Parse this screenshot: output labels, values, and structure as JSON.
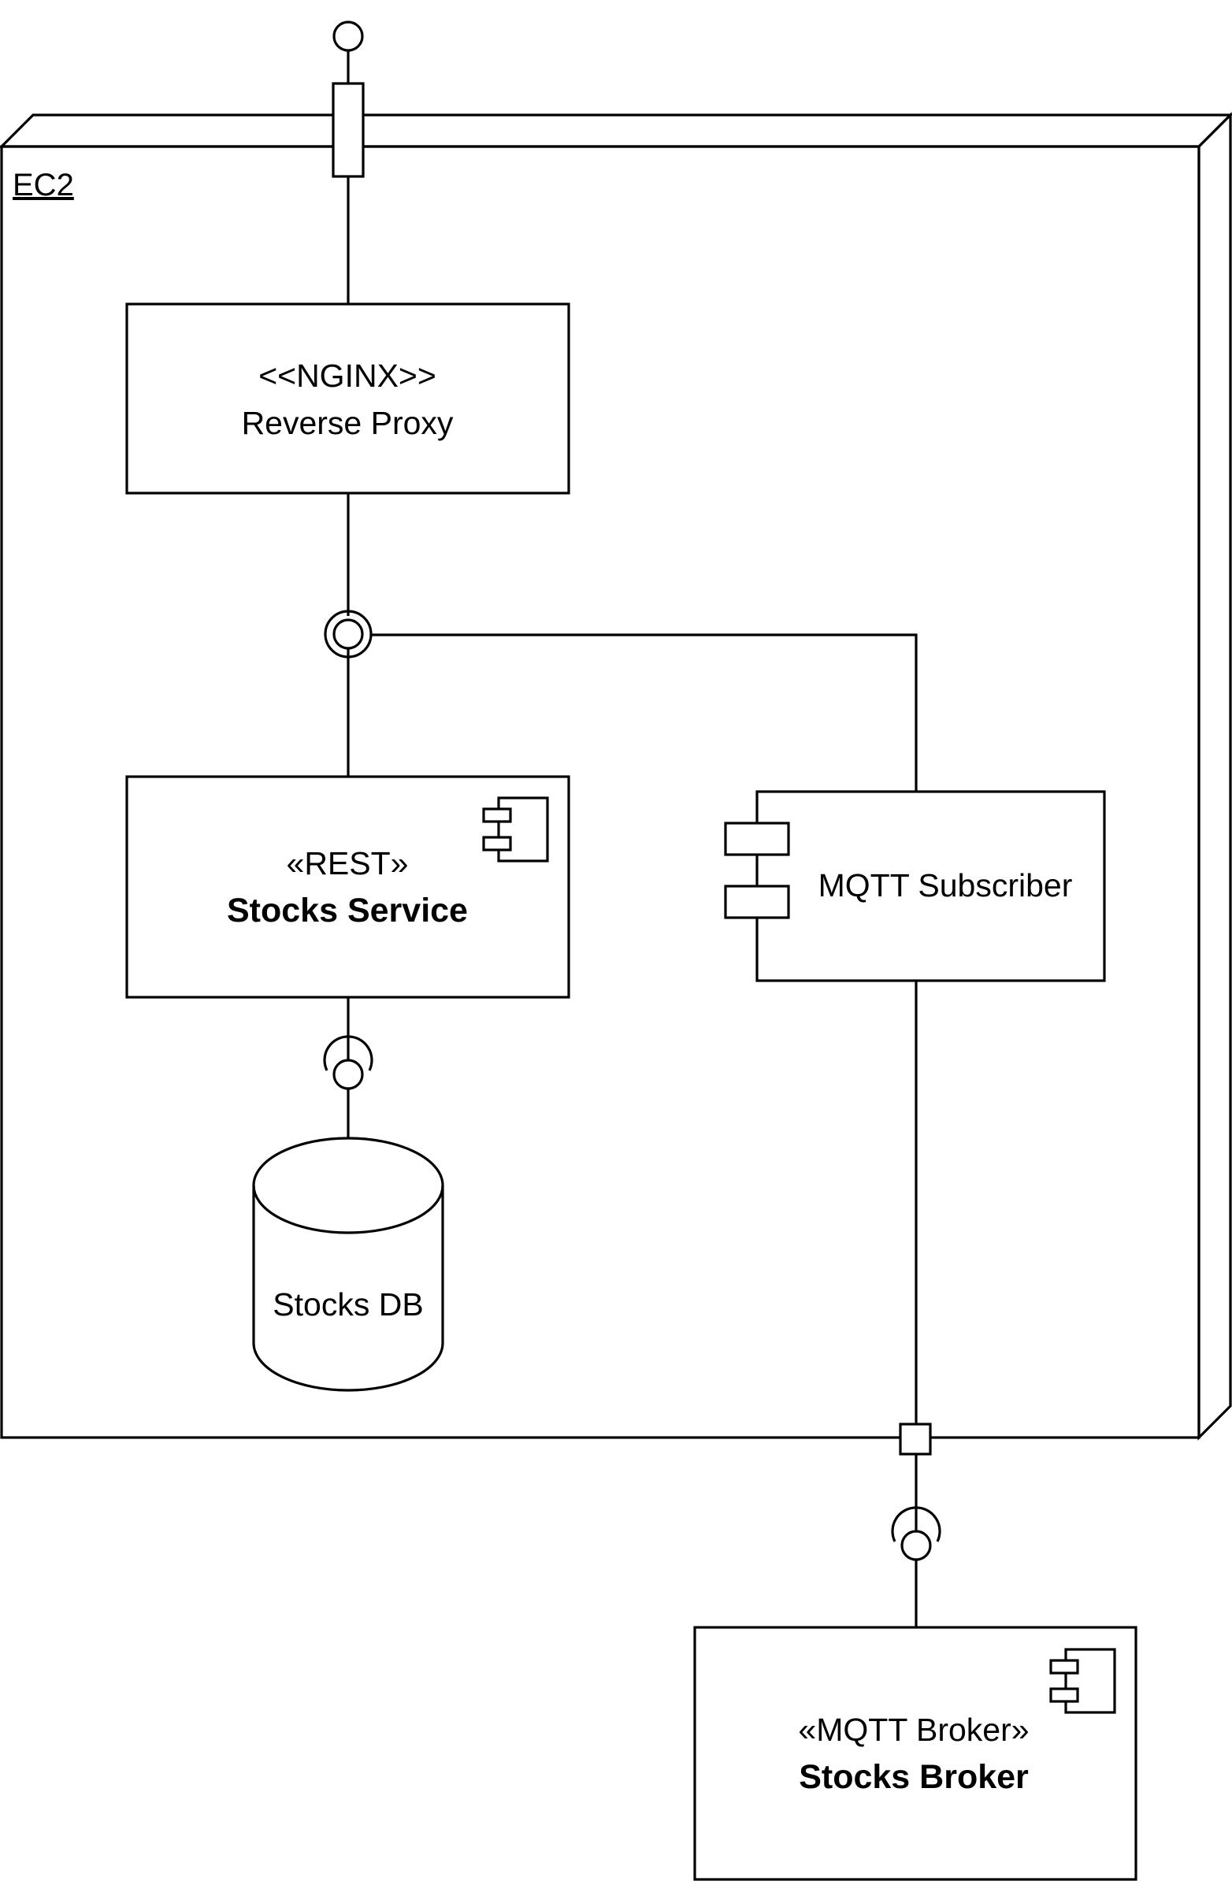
{
  "colors": {
    "stroke": "#000000",
    "background": "#ffffff"
  },
  "node": {
    "label": "EC2"
  },
  "reverse_proxy": {
    "stereotype": "<<NGINX>>",
    "name": "Reverse Proxy"
  },
  "stocks_service": {
    "stereotype": "«REST»",
    "name": "Stocks Service",
    "icon": "component-icon"
  },
  "mqtt_subscriber": {
    "name": "MQTT Subscriber",
    "icon": "component-icon"
  },
  "stocks_db": {
    "name": "Stocks DB",
    "icon": "database-cylinder-icon"
  },
  "stocks_broker": {
    "stereotype": "«MQTT Broker»",
    "name": "Stocks Broker",
    "icon": "component-icon"
  }
}
